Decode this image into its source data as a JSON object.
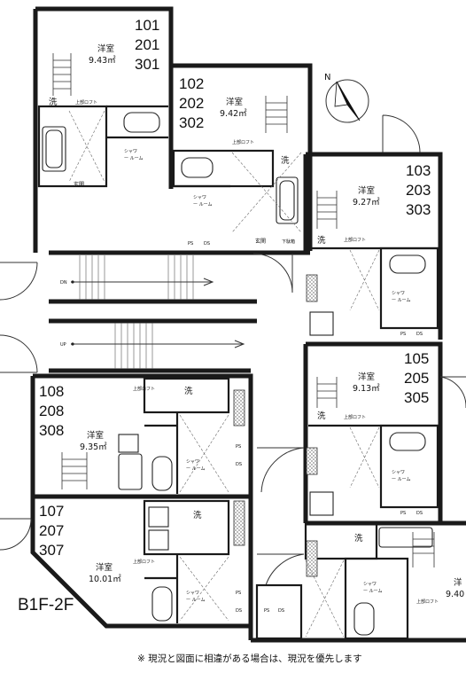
{
  "units": [
    {
      "numbers": [
        "101",
        "201",
        "301"
      ],
      "room": "洋室",
      "area": "9.43㎡"
    },
    {
      "numbers": [
        "102",
        "202",
        "302"
      ],
      "room": "洋室",
      "area": "9.42㎡"
    },
    {
      "numbers": [
        "103",
        "203",
        "303"
      ],
      "room": "洋室",
      "area": "9.27㎡"
    },
    {
      "numbers": [
        "105",
        "205",
        "305"
      ],
      "room": "洋室",
      "area": "9.13㎡"
    },
    {
      "numbers": [
        "108",
        "208",
        "308"
      ],
      "room": "洋室",
      "area": "9.35㎡"
    },
    {
      "numbers": [
        "107",
        "207",
        "307"
      ],
      "room": "洋室",
      "area": "10.01㎡"
    },
    {
      "numbers": [],
      "room": "洋",
      "area": "9.40"
    }
  ],
  "labels": {
    "wash": "洗",
    "shower_a": "シャワ",
    "shower_b": "ー ルーム",
    "entrance": "玄関",
    "ps": "PS",
    "ds": "DS",
    "loft": "上部ロフト",
    "storage": "下駄箱",
    "up": "UP",
    "dn": "DN",
    "north": "N"
  },
  "floor_label": "B1F-2F",
  "note": "※ 現況と図面に相違がある場合は、現況を優先します"
}
